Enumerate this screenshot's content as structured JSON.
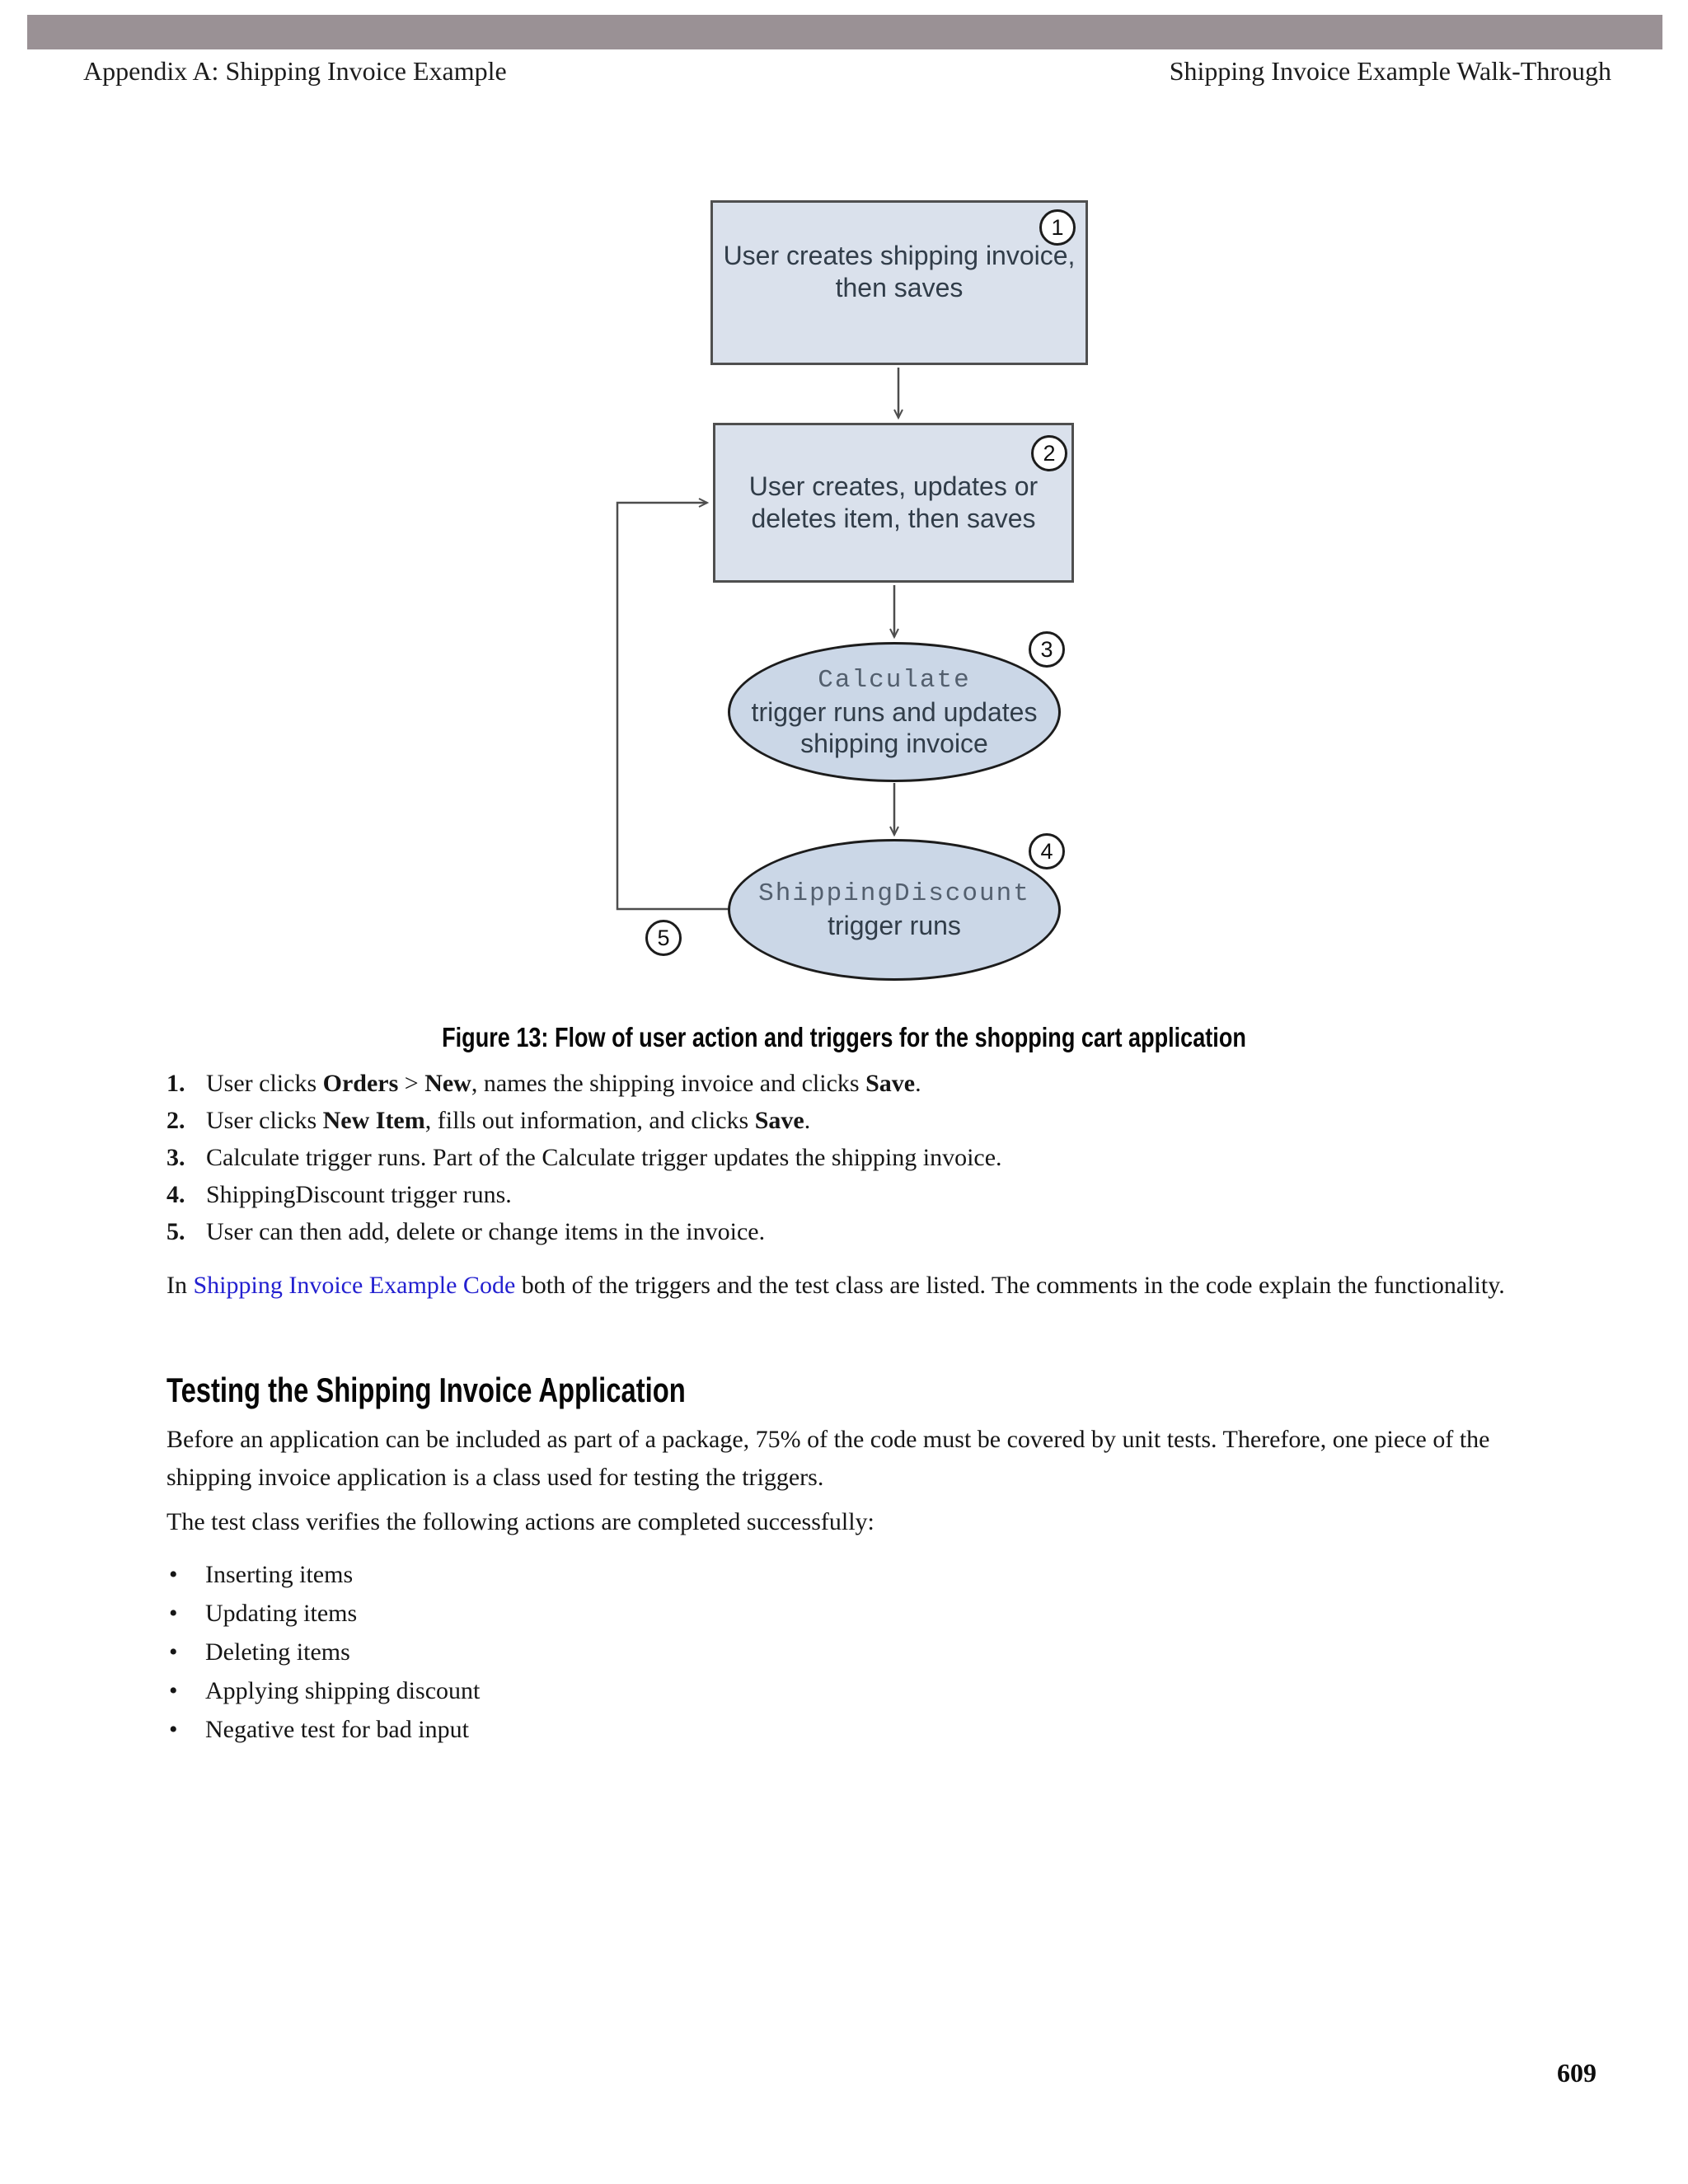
{
  "header": {
    "left": "Appendix A: Shipping Invoice Example",
    "right": "Shipping Invoice Example Walk-Through"
  },
  "figure": {
    "caption": "Figure 13: Flow of user action and triggers for the shopping cart application",
    "nodes": {
      "box1": {
        "badge": "1",
        "label": "User creates shipping invoice, then saves"
      },
      "box2": {
        "badge": "2",
        "label": "User creates, updates or deletes item, then saves"
      },
      "ellipse3": {
        "badge": "3",
        "code": "Calculate",
        "label": "trigger runs and updates shipping invoice"
      },
      "ellipse4": {
        "badge": "4",
        "code": "ShippingDiscount",
        "label": "trigger runs"
      },
      "badge5": "5"
    },
    "colors": {
      "box_fill": "#dae1ec",
      "ellipse_fill": "#cbd7e7",
      "box_border": "#4f4f4f",
      "ellipse_border": "#1c1c1c",
      "connector": "#4d4d4d",
      "header_bar": "#9a9195",
      "link": "#2320d0"
    }
  },
  "steps": [
    {
      "num": "1.",
      "seg": [
        {
          "t": "User clicks "
        },
        {
          "t": "Orders"
        },
        {
          "t": " > "
        },
        {
          "t": "New"
        },
        {
          "t": ", names the shipping invoice and clicks "
        },
        {
          "t": "Save"
        },
        {
          "t": "."
        }
      ]
    },
    {
      "num": "2.",
      "seg": [
        {
          "t": "User clicks "
        },
        {
          "t": "New Item"
        },
        {
          "t": ", fills out information, and clicks "
        },
        {
          "t": "Save"
        },
        {
          "t": "."
        }
      ]
    },
    {
      "num": "3.",
      "seg": [
        {
          "t": "Calculate trigger runs. Part of the Calculate trigger updates the shipping invoice."
        }
      ]
    },
    {
      "num": "4.",
      "seg": [
        {
          "t": "ShippingDiscount trigger runs."
        }
      ]
    },
    {
      "num": "5.",
      "seg": [
        {
          "t": "User can then add, delete or change items in the invoice."
        }
      ]
    }
  ],
  "intro": {
    "pre": "In ",
    "link": "Shipping Invoice Example Code",
    "post": " both of the triggers and the test class are listed. The comments in the code explain the functionality."
  },
  "section": {
    "heading": "Testing the Shipping Invoice Application",
    "p1": "Before an application can be included as part of a package, 75% of the code must be covered by unit tests. Therefore, one piece of the shipping invoice application is a class used for testing the triggers.",
    "p2": "The test class verifies the following actions are completed successfully:"
  },
  "bullet_char": "•",
  "bullets": [
    "Inserting items",
    "Updating items",
    "Deleting items",
    "Applying shipping discount",
    "Negative test for bad input"
  ],
  "page_number": "609"
}
